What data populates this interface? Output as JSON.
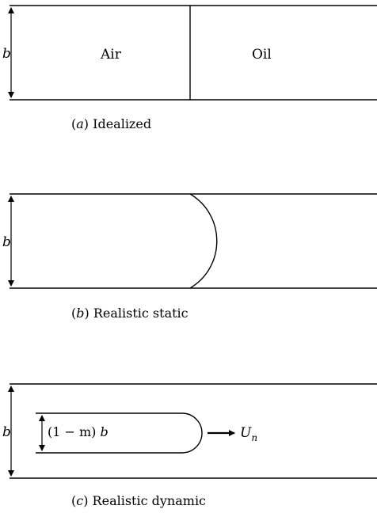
{
  "panel_a": {
    "dim_label": "b",
    "left_fluid": "Air",
    "right_fluid": "Oil",
    "caption_letter": "a",
    "caption_text": "Idealized"
  },
  "panel_b": {
    "dim_label": "b",
    "caption_letter": "b",
    "caption_text": "Realistic static"
  },
  "panel_c": {
    "dim_label": "b",
    "finger_label_prefix": "(1 − m)",
    "finger_label_suffix": "b",
    "velocity_symbol": "U",
    "velocity_subscript": "n",
    "caption_letter": "c",
    "caption_text": "Realistic dynamic"
  }
}
